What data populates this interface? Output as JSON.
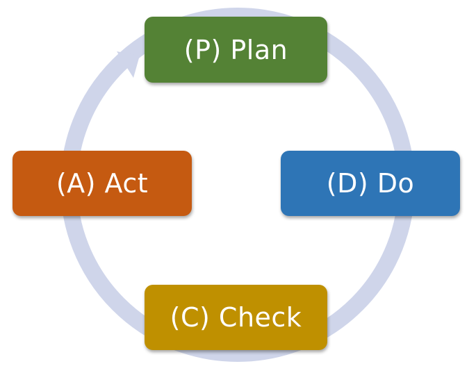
{
  "diagram": {
    "type": "cycle",
    "ring_color": "#cfd5ea",
    "stages": [
      {
        "id": "plan",
        "label": "(P) Plan",
        "color": "#548235"
      },
      {
        "id": "do",
        "label": "(D) Do",
        "color": "#2e75b6"
      },
      {
        "id": "check",
        "label": "(C) Check",
        "color": "#bf9000"
      },
      {
        "id": "act",
        "label": "(A) Act",
        "color": "#c55a11"
      }
    ],
    "flow": "clockwise"
  }
}
